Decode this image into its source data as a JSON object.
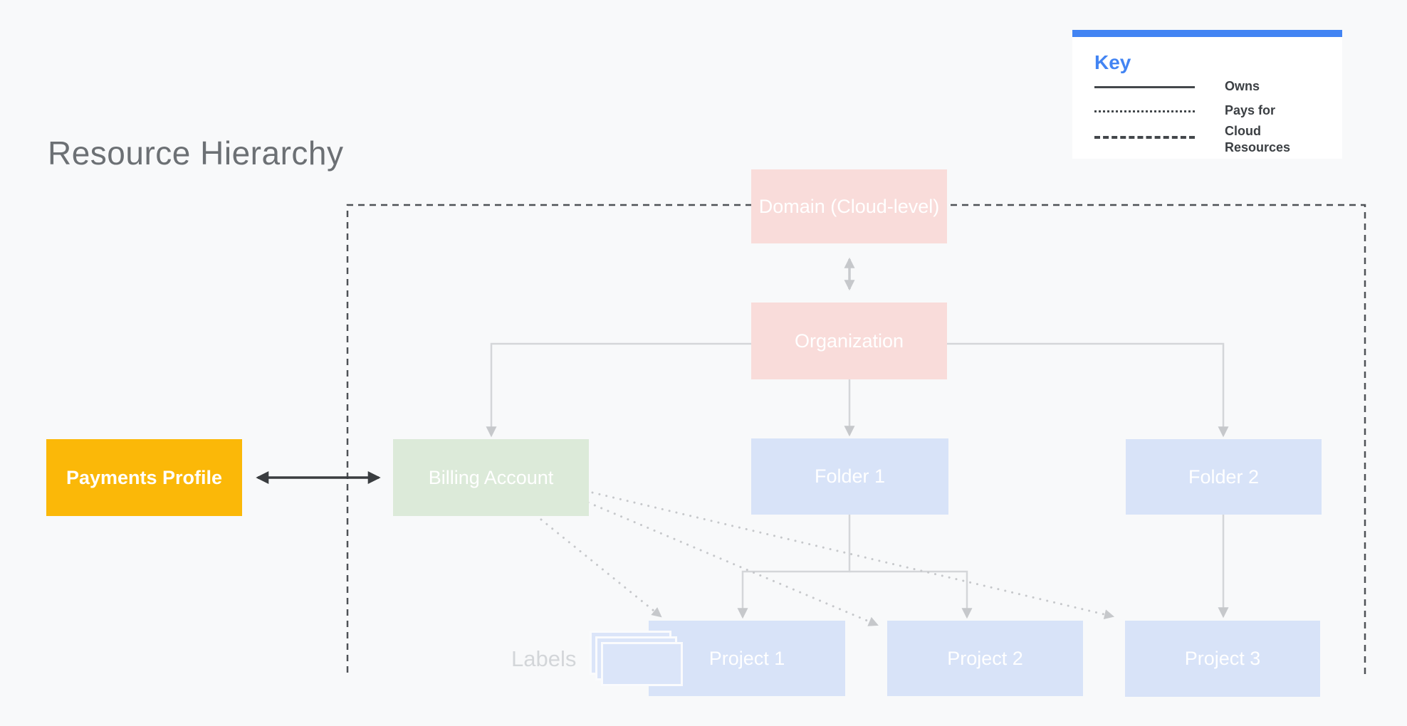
{
  "title": "Resource Hierarchy",
  "legend": {
    "heading": "Key",
    "items": [
      {
        "style": "solid",
        "label": "Owns"
      },
      {
        "style": "dotted",
        "label": "Pays for"
      },
      {
        "style": "dashed",
        "label": "Cloud Resources"
      }
    ]
  },
  "nodes": {
    "domain": {
      "label": "Domain (Cloud-level)",
      "color": "#f9dcda"
    },
    "organization": {
      "label": "Organization",
      "color": "#f9dcda"
    },
    "payments_profile": {
      "label": "Payments Profile",
      "color": "#fbb808"
    },
    "billing_account": {
      "label": "Billing Account",
      "color": "#dcead9"
    },
    "folder1": {
      "label": "Folder 1",
      "color": "#d8e3f8"
    },
    "folder2": {
      "label": "Folder 2",
      "color": "#d8e3f8"
    },
    "project1": {
      "label": "Project 1",
      "color": "#d8e3f8"
    },
    "project2": {
      "label": "Project 2",
      "color": "#d8e3f8"
    },
    "project3": {
      "label": "Project 3",
      "color": "#d8e3f8"
    }
  },
  "annotations": {
    "labels_caption": "Labels"
  },
  "colors": {
    "background": "#f8f9fa",
    "legend_accent": "#4284f3",
    "owns_line": "#43474b",
    "cloud_boundary": "#4e5256",
    "tree_connector": "#d4d6d9",
    "pays_for_dots": "#c6c8cb",
    "payments_arrow": "#3a3d40",
    "title_text": "#6c7074",
    "box_text": "#ffffff"
  }
}
